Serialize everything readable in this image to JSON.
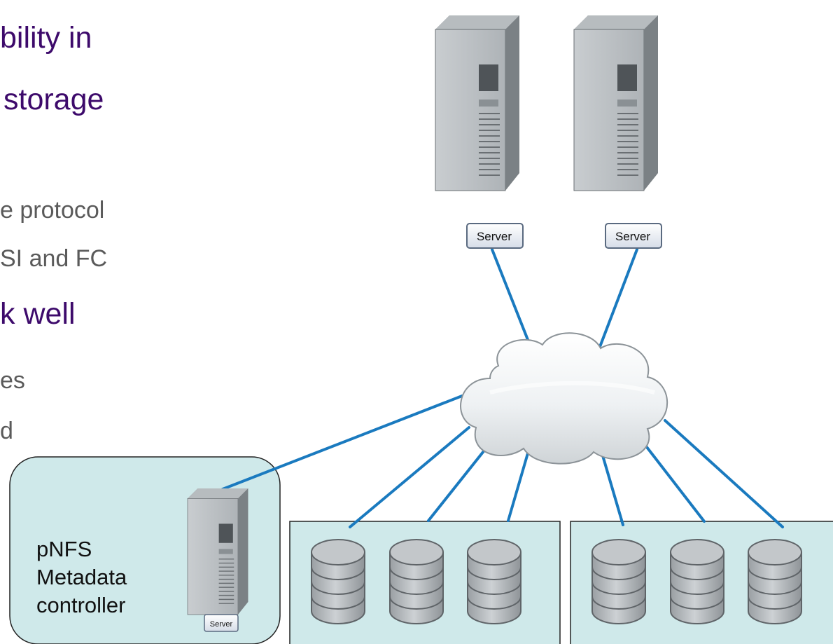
{
  "slide_text": {
    "title_line1": "bility in",
    "title_line2": "storage",
    "bullet1": "e protocol",
    "bullet2": "SI and FC",
    "heading2": "k well",
    "bullet3": "es",
    "bullet4": "d"
  },
  "diagram": {
    "server_label_left": "Server",
    "server_label_right": "Server",
    "metadata_server_label": "Server",
    "metadata_line1": "pNFS",
    "metadata_line2": "Metadata",
    "metadata_line3": "controller"
  },
  "colors": {
    "title": "#3d0a6b",
    "body_text": "#5a5a5a",
    "link_line": "#1a7abf",
    "panel_fill": "#cfe9ea"
  }
}
